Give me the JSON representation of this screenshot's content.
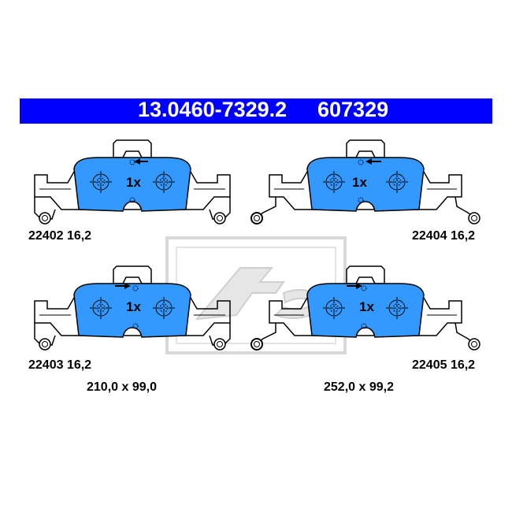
{
  "header": {
    "part_number": "13.0460-7329.2",
    "code": "607329",
    "background_color": "#0000ff",
    "text_color": "#ffffff"
  },
  "pad_color": "#3399ff",
  "watermark_icon": "ate-logo-watermark",
  "pads": [
    {
      "id": "top-left",
      "quantity": "1x",
      "label": "22402 16,2",
      "arrow": "left",
      "wire_tabs": false
    },
    {
      "id": "top-right",
      "quantity": "1x",
      "label": "22404 16,2",
      "arrow": "left",
      "wire_tabs": true
    },
    {
      "id": "bottom-left",
      "quantity": "1x",
      "label": "22403 16,2",
      "arrow": "right",
      "wire_tabs": false
    },
    {
      "id": "bottom-right",
      "quantity": "1x",
      "label": "22405 16,2",
      "arrow": "right",
      "wire_tabs": true
    }
  ],
  "dimensions": {
    "left": "210,0 x 99,0",
    "right": "252,0 x 99,2"
  }
}
